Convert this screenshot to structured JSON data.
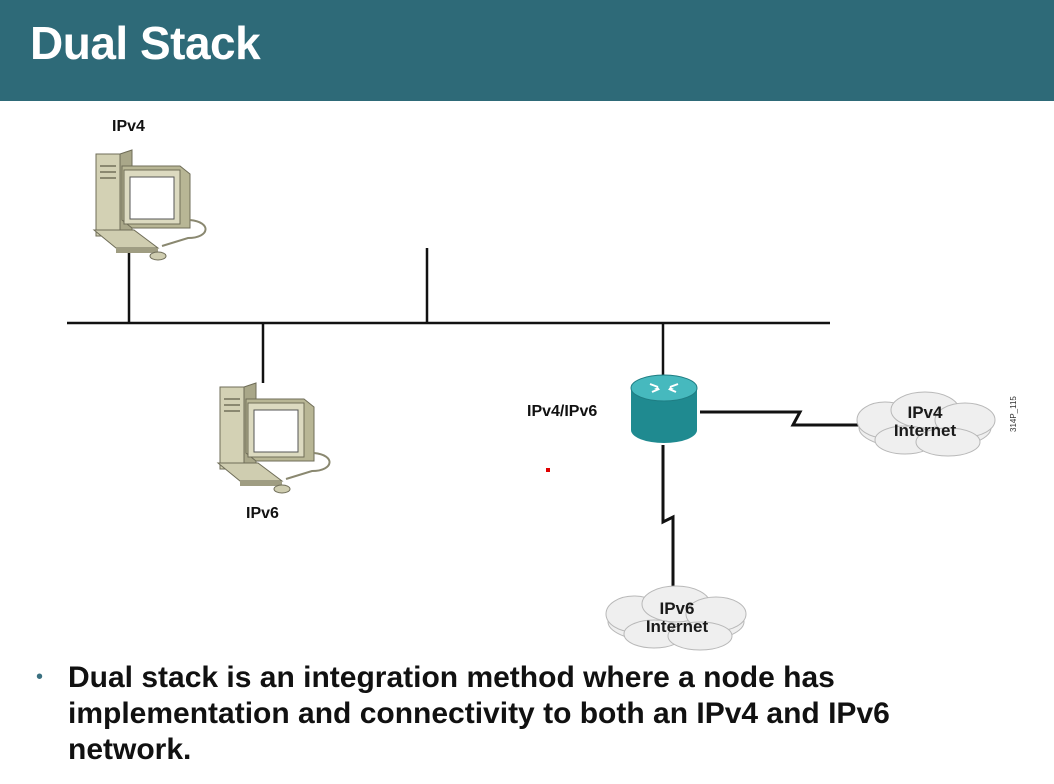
{
  "header": {
    "title": "Dual Stack",
    "bg_color": "#2e6a78"
  },
  "nodes": {
    "ipv4_host": {
      "label": "IPv4",
      "icon": "desktop-computer-icon"
    },
    "ipv6_host": {
      "label": "IPv6",
      "icon": "desktop-computer-icon"
    },
    "router": {
      "label": "IPv4/IPv6",
      "icon": "router-icon",
      "color": "#2fa3a8"
    },
    "ipv4_internet": {
      "label_line1": "IPv4",
      "label_line2": "Internet",
      "icon": "cloud-icon"
    },
    "ipv6_internet": {
      "label_line1": "IPv6",
      "label_line2": "Internet",
      "icon": "cloud-icon"
    }
  },
  "figure_code": "314P_115",
  "bullets": [
    {
      "marker": "•",
      "text": "Dual stack is an integration method where a node has implementation and connectivity to both an IPv4 and IPv6 network."
    }
  ]
}
